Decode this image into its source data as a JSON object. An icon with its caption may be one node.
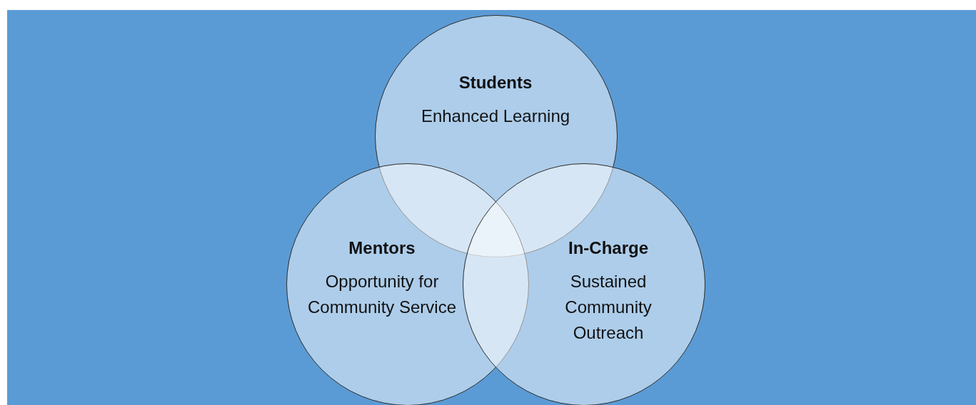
{
  "diagram": {
    "nodes": [
      {
        "text": [
          "Students",
          "Enhanced Learning"
        ]
      },
      {
        "text": [
          "Mentors",
          "Opportunity for Community Service"
        ]
      },
      {
        "text": [
          "In-Charge",
          "Sustained Community Outreach"
        ]
      }
    ]
  }
}
